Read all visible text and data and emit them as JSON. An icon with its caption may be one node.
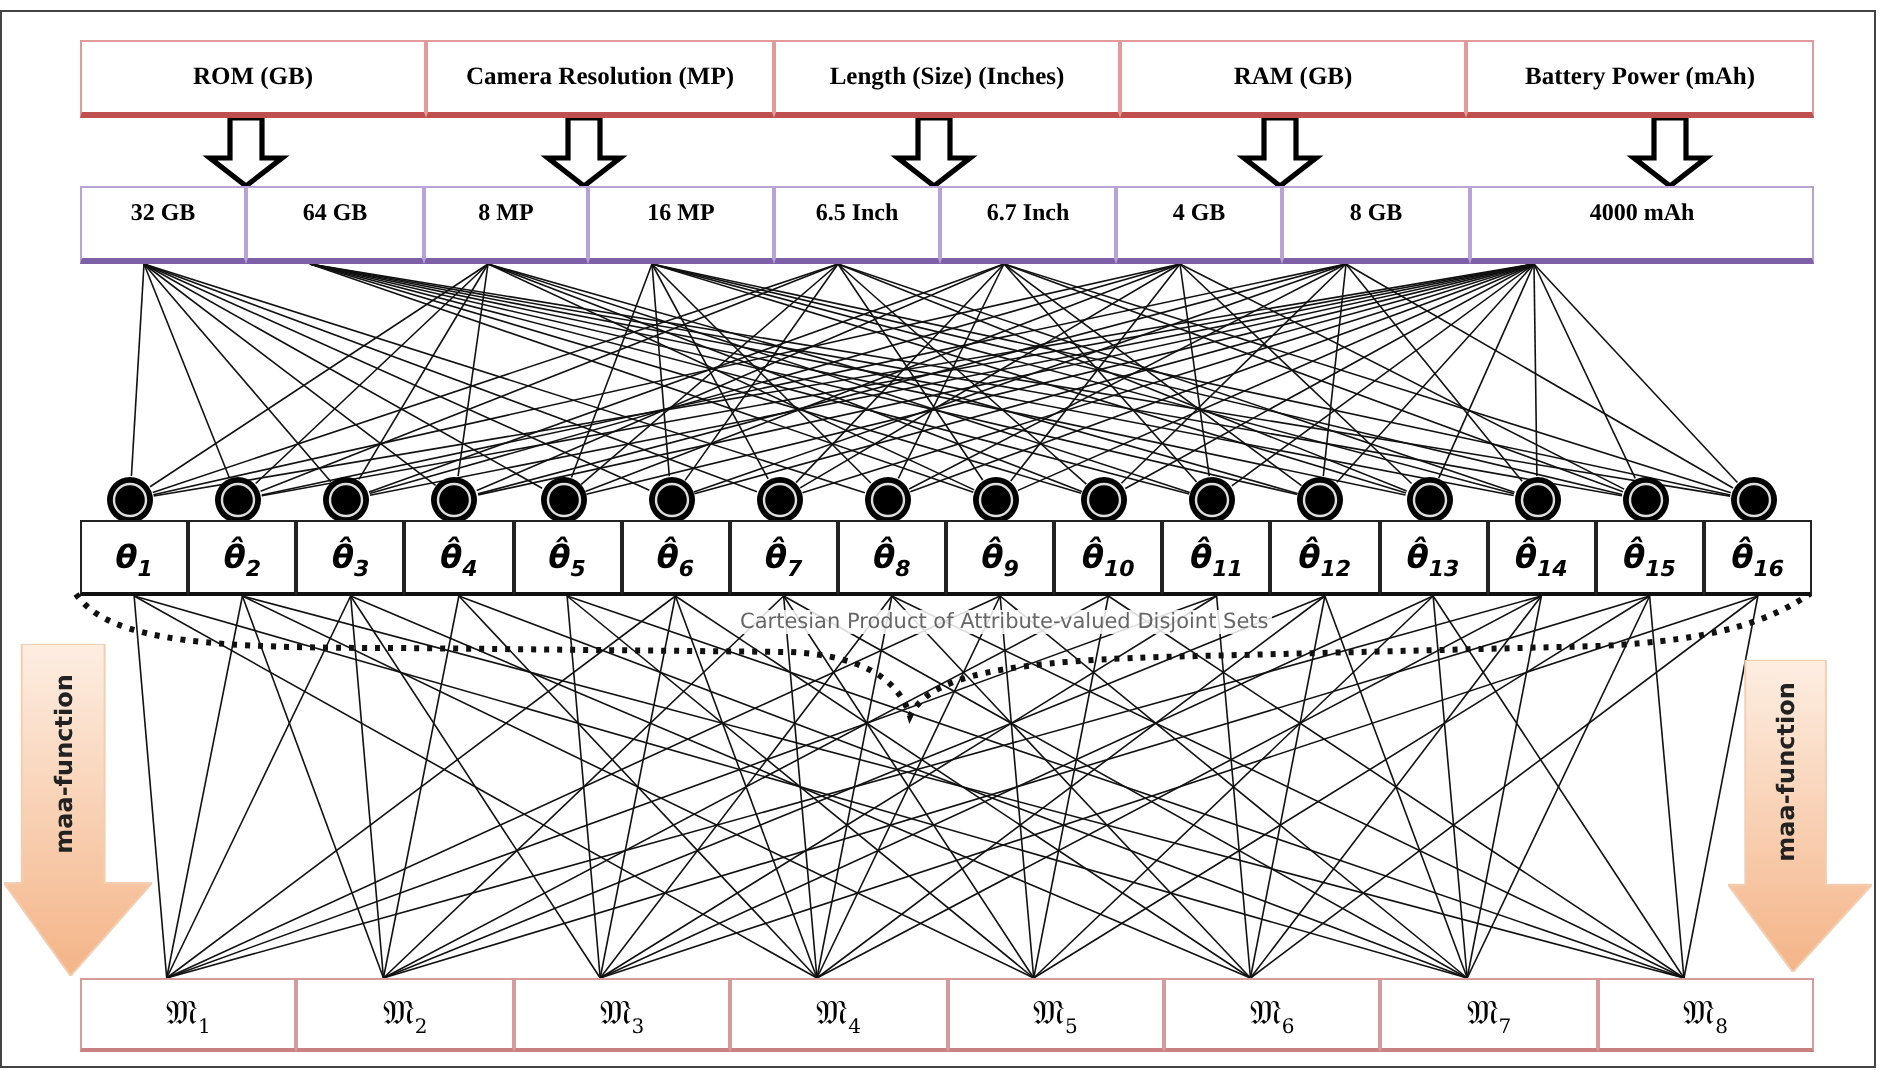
{
  "diagram": {
    "nodes": [
      {
        "text": [
          "ROM (GB)"
        ]
      },
      {
        "text": [
          "Camera Resolution (MP)"
        ]
      },
      {
        "text": [
          "Length (Size) (Inches)"
        ]
      },
      {
        "text": [
          "RAM (GB)"
        ]
      },
      {
        "text": [
          "Battery Power (mAh)"
        ]
      },
      {
        "text": [
          "32 GB"
        ]
      },
      {
        "text": [
          "64 GB"
        ]
      },
      {
        "text": [
          "8 MP"
        ]
      },
      {
        "text": [
          "16 MP"
        ]
      },
      {
        "text": [
          "6.5 Inch"
        ]
      },
      {
        "text": [
          "6.7 Inch"
        ]
      },
      {
        "text": [
          "4 GB"
        ]
      },
      {
        "text": [
          "8 GB"
        ]
      },
      {
        "text": [
          "4000 mAh"
        ]
      },
      {
        "text": [],
        "shape": "circle"
      },
      {
        "text": [],
        "shape": "circle"
      },
      {
        "text": [],
        "shape": "circle"
      },
      {
        "text": [],
        "shape": "circle"
      },
      {
        "text": [],
        "shape": "circle"
      },
      {
        "text": [],
        "shape": "circle"
      },
      {
        "text": [],
        "shape": "circle"
      },
      {
        "text": [],
        "shape": "circle"
      },
      {
        "text": [],
        "shape": "circle"
      },
      {
        "text": [],
        "shape": "circle"
      },
      {
        "text": [],
        "shape": "circle"
      },
      {
        "text": [],
        "shape": "circle"
      },
      {
        "text": [],
        "shape": "circle"
      },
      {
        "text": [],
        "shape": "circle"
      },
      {
        "text": [],
        "shape": "circle"
      },
      {
        "text": [],
        "shape": "circle"
      },
      {
        "text": [
          "θ$_{1}$"
        ]
      },
      {
        "text": [
          "θ̂$_{2}$"
        ]
      },
      {
        "text": [
          "θ̂$_{3}$"
        ]
      },
      {
        "text": [
          "θ̂$_{4}$"
        ]
      },
      {
        "text": [
          "θ̂$_{5}$"
        ]
      },
      {
        "text": [
          "θ̂$_{6}$"
        ]
      },
      {
        "text": [
          "θ̂$_{7}$"
        ]
      },
      {
        "text": [
          "θ̂$_{8}$"
        ]
      },
      {
        "text": [
          "θ̂$_{9}$"
        ]
      },
      {
        "text": [
          "θ̂$_{10}$"
        ]
      },
      {
        "text": [
          "θ̂$_{11}$"
        ]
      },
      {
        "text": [
          "θ̂$_{12}$"
        ]
      },
      {
        "text": [
          "θ̂$_{13}$"
        ]
      },
      {
        "text": [
          "θ̂$_{14}$"
        ]
      },
      {
        "text": [
          "θ̂$_{15}$"
        ]
      },
      {
        "text": [
          "θ̂$_{16}$"
        ]
      },
      {
        "text": [
          "maa-function"
        ]
      },
      {
        "text": [
          "maa-function"
        ]
      },
      {
        "text": [
          "𝔐$_{1}$"
        ]
      },
      {
        "text": [
          "𝔐$_{2}$"
        ]
      },
      {
        "text": [
          "𝔐$_{3}$"
        ]
      },
      {
        "text": [
          "𝔐$_{4}$"
        ]
      },
      {
        "text": [
          "𝔐$_{5}$"
        ]
      },
      {
        "text": [
          "𝔐$_{6}$"
        ]
      },
      {
        "text": [
          "𝔐$_{7}$"
        ]
      },
      {
        "text": [
          "𝔐$_{8}$"
        ]
      }
    ],
    "edges": [
      {
        "from": 0,
        "to": 5,
        "arrow": "to"
      },
      {
        "from": 0,
        "to": 6,
        "arrow": "to"
      },
      {
        "from": 1,
        "to": 7,
        "arrow": "to"
      },
      {
        "from": 1,
        "to": 8,
        "arrow": "to"
      },
      {
        "from": 2,
        "to": 9,
        "arrow": "to"
      },
      {
        "from": 2,
        "to": 10,
        "arrow": "to"
      },
      {
        "from": 3,
        "to": 11,
        "arrow": "to"
      },
      {
        "from": 3,
        "to": 12,
        "arrow": "to"
      },
      {
        "from": 4,
        "to": 13,
        "arrow": "to"
      },
      {
        "from": 5,
        "to": 14,
        "arrow": "none"
      },
      {
        "from": 7,
        "to": 14,
        "arrow": "none"
      },
      {
        "from": 9,
        "to": 14,
        "arrow": "none"
      },
      {
        "from": 11,
        "to": 14,
        "arrow": "none"
      },
      {
        "from": 13,
        "to": 14,
        "arrow": "none"
      },
      {
        "from": 5,
        "to": 15,
        "arrow": "none"
      },
      {
        "from": 7,
        "to": 15,
        "arrow": "none"
      },
      {
        "from": 9,
        "to": 15,
        "arrow": "none"
      },
      {
        "from": 12,
        "to": 15,
        "arrow": "none"
      },
      {
        "from": 13,
        "to": 15,
        "arrow": "none"
      },
      {
        "from": 5,
        "to": 16,
        "arrow": "none"
      },
      {
        "from": 7,
        "to": 16,
        "arrow": "none"
      },
      {
        "from": 10,
        "to": 16,
        "arrow": "none"
      },
      {
        "from": 11,
        "to": 16,
        "arrow": "none"
      },
      {
        "from": 13,
        "to": 16,
        "arrow": "none"
      },
      {
        "from": 5,
        "to": 17,
        "arrow": "none"
      },
      {
        "from": 7,
        "to": 17,
        "arrow": "none"
      },
      {
        "from": 10,
        "to": 17,
        "arrow": "none"
      },
      {
        "from": 12,
        "to": 17,
        "arrow": "none"
      },
      {
        "from": 13,
        "to": 17,
        "arrow": "none"
      },
      {
        "from": 5,
        "to": 18,
        "arrow": "none"
      },
      {
        "from": 8,
        "to": 18,
        "arrow": "none"
      },
      {
        "from": 9,
        "to": 18,
        "arrow": "none"
      },
      {
        "from": 11,
        "to": 18,
        "arrow": "none"
      },
      {
        "from": 13,
        "to": 18,
        "arrow": "none"
      },
      {
        "from": 5,
        "to": 19,
        "arrow": "none"
      },
      {
        "from": 8,
        "to": 19,
        "arrow": "none"
      },
      {
        "from": 9,
        "to": 19,
        "arrow": "none"
      },
      {
        "from": 12,
        "to": 19,
        "arrow": "none"
      },
      {
        "from": 13,
        "to": 19,
        "arrow": "none"
      },
      {
        "from": 5,
        "to": 20,
        "arrow": "none"
      },
      {
        "from": 8,
        "to": 20,
        "arrow": "none"
      },
      {
        "from": 10,
        "to": 20,
        "arrow": "none"
      },
      {
        "from": 11,
        "to": 20,
        "arrow": "none"
      },
      {
        "from": 13,
        "to": 20,
        "arrow": "none"
      },
      {
        "from": 5,
        "to": 21,
        "arrow": "none"
      },
      {
        "from": 8,
        "to": 21,
        "arrow": "none"
      },
      {
        "from": 10,
        "to": 21,
        "arrow": "none"
      },
      {
        "from": 12,
        "to": 21,
        "arrow": "none"
      },
      {
        "from": 13,
        "to": 21,
        "arrow": "none"
      },
      {
        "from": 6,
        "to": 22,
        "arrow": "none"
      },
      {
        "from": 7,
        "to": 22,
        "arrow": "none"
      },
      {
        "from": 9,
        "to": 22,
        "arrow": "none"
      },
      {
        "from": 11,
        "to": 22,
        "arrow": "none"
      },
      {
        "from": 13,
        "to": 22,
        "arrow": "none"
      },
      {
        "from": 6,
        "to": 23,
        "arrow": "none"
      },
      {
        "from": 7,
        "to": 23,
        "arrow": "none"
      },
      {
        "from": 9,
        "to": 23,
        "arrow": "none"
      },
      {
        "from": 12,
        "to": 23,
        "arrow": "none"
      },
      {
        "from": 13,
        "to": 23,
        "arrow": "none"
      },
      {
        "from": 6,
        "to": 24,
        "arrow": "none"
      },
      {
        "from": 7,
        "to": 24,
        "arrow": "none"
      },
      {
        "from": 10,
        "to": 24,
        "arrow": "none"
      },
      {
        "from": 11,
        "to": 24,
        "arrow": "none"
      },
      {
        "from": 13,
        "to": 24,
        "arrow": "none"
      },
      {
        "from": 6,
        "to": 25,
        "arrow": "none"
      },
      {
        "from": 7,
        "to": 25,
        "arrow": "none"
      },
      {
        "from": 10,
        "to": 25,
        "arrow": "none"
      },
      {
        "from": 12,
        "to": 25,
        "arrow": "none"
      },
      {
        "from": 13,
        "to": 25,
        "arrow": "none"
      },
      {
        "from": 6,
        "to": 26,
        "arrow": "none"
      },
      {
        "from": 8,
        "to": 26,
        "arrow": "none"
      },
      {
        "from": 9,
        "to": 26,
        "arrow": "none"
      },
      {
        "from": 11,
        "to": 26,
        "arrow": "none"
      },
      {
        "from": 13,
        "to": 26,
        "arrow": "none"
      },
      {
        "from": 6,
        "to": 27,
        "arrow": "none"
      },
      {
        "from": 8,
        "to": 27,
        "arrow": "none"
      },
      {
        "from": 9,
        "to": 27,
        "arrow": "none"
      },
      {
        "from": 12,
        "to": 27,
        "arrow": "none"
      },
      {
        "from": 13,
        "to": 27,
        "arrow": "none"
      },
      {
        "from": 6,
        "to": 28,
        "arrow": "none"
      },
      {
        "from": 8,
        "to": 28,
        "arrow": "none"
      },
      {
        "from": 10,
        "to": 28,
        "arrow": "none"
      },
      {
        "from": 11,
        "to": 28,
        "arrow": "none"
      },
      {
        "from": 13,
        "to": 28,
        "arrow": "none"
      },
      {
        "from": 6,
        "to": 29,
        "arrow": "none"
      },
      {
        "from": 8,
        "to": 29,
        "arrow": "none"
      },
      {
        "from": 10,
        "to": 29,
        "arrow": "none"
      },
      {
        "from": 12,
        "to": 29,
        "arrow": "none"
      },
      {
        "from": 13,
        "to": 29,
        "arrow": "none"
      },
      {
        "from": 30,
        "to": 48,
        "arrow": "none"
      },
      {
        "from": 30,
        "to": 51,
        "arrow": "none"
      },
      {
        "from": 30,
        "to": 54,
        "arrow": "none"
      },
      {
        "from": 31,
        "to": 49,
        "arrow": "none"
      },
      {
        "from": 31,
        "to": 52,
        "arrow": "none"
      },
      {
        "from": 31,
        "to": 55,
        "arrow": "none"
      },
      {
        "from": 31,
        "to": 48,
        "arrow": "none"
      },
      {
        "from": 32,
        "to": 50,
        "arrow": "none"
      },
      {
        "from": 32,
        "to": 53,
        "arrow": "none"
      },
      {
        "from": 32,
        "to": 48,
        "arrow": "none"
      },
      {
        "from": 32,
        "to": 49,
        "arrow": "none"
      },
      {
        "from": 33,
        "to": 51,
        "arrow": "none"
      },
      {
        "from": 33,
        "to": 54,
        "arrow": "none"
      },
      {
        "from": 33,
        "to": 49,
        "arrow": "none"
      },
      {
        "from": 34,
        "to": 52,
        "arrow": "none"
      },
      {
        "from": 34,
        "to": 55,
        "arrow": "none"
      },
      {
        "from": 34,
        "to": 50,
        "arrow": "none"
      },
      {
        "from": 35,
        "to": 53,
        "arrow": "none"
      },
      {
        "from": 35,
        "to": 48,
        "arrow": "none"
      },
      {
        "from": 35,
        "to": 51,
        "arrow": "none"
      },
      {
        "from": 35,
        "to": 50,
        "arrow": "none"
      },
      {
        "from": 36,
        "to": 54,
        "arrow": "none"
      },
      {
        "from": 36,
        "to": 49,
        "arrow": "none"
      },
      {
        "from": 36,
        "to": 52,
        "arrow": "none"
      },
      {
        "from": 36,
        "to": 51,
        "arrow": "none"
      },
      {
        "from": 37,
        "to": 55,
        "arrow": "none"
      },
      {
        "from": 37,
        "to": 50,
        "arrow": "none"
      },
      {
        "from": 37,
        "to": 53,
        "arrow": "none"
      },
      {
        "from": 37,
        "to": 51,
        "arrow": "none"
      },
      {
        "from": 38,
        "to": 48,
        "arrow": "none"
      },
      {
        "from": 38,
        "to": 51,
        "arrow": "none"
      },
      {
        "from": 38,
        "to": 54,
        "arrow": "none"
      },
      {
        "from": 38,
        "to": 52,
        "arrow": "none"
      },
      {
        "from": 39,
        "to": 49,
        "arrow": "none"
      },
      {
        "from": 39,
        "to": 52,
        "arrow": "none"
      },
      {
        "from": 39,
        "to": 55,
        "arrow": "none"
      },
      {
        "from": 40,
        "to": 50,
        "arrow": "none"
      },
      {
        "from": 40,
        "to": 53,
        "arrow": "none"
      },
      {
        "from": 40,
        "to": 48,
        "arrow": "none"
      },
      {
        "from": 41,
        "to": 51,
        "arrow": "none"
      },
      {
        "from": 41,
        "to": 54,
        "arrow": "none"
      },
      {
        "from": 41,
        "to": 49,
        "arrow": "none"
      },
      {
        "from": 41,
        "to": 53,
        "arrow": "none"
      },
      {
        "from": 42,
        "to": 52,
        "arrow": "none"
      },
      {
        "from": 42,
        "to": 55,
        "arrow": "none"
      },
      {
        "from": 42,
        "to": 50,
        "arrow": "none"
      },
      {
        "from": 42,
        "to": 54,
        "arrow": "none"
      },
      {
        "from": 43,
        "to": 53,
        "arrow": "none"
      },
      {
        "from": 43,
        "to": 48,
        "arrow": "none"
      },
      {
        "from": 43,
        "to": 51,
        "arrow": "none"
      },
      {
        "from": 43,
        "to": 54,
        "arrow": "none"
      },
      {
        "from": 44,
        "to": 54,
        "arrow": "none"
      },
      {
        "from": 44,
        "to": 49,
        "arrow": "none"
      },
      {
        "from": 44,
        "to": 52,
        "arrow": "none"
      },
      {
        "from": 44,
        "to": 55,
        "arrow": "none"
      },
      {
        "from": 45,
        "to": 55,
        "arrow": "none"
      },
      {
        "from": 45,
        "to": 50,
        "arrow": "none"
      },
      {
        "from": 45,
        "to": 53,
        "arrow": "none"
      }
    ],
    "labels": [
      "Cartesian Product of Attribute-valued Disjoint Sets"
    ]
  }
}
